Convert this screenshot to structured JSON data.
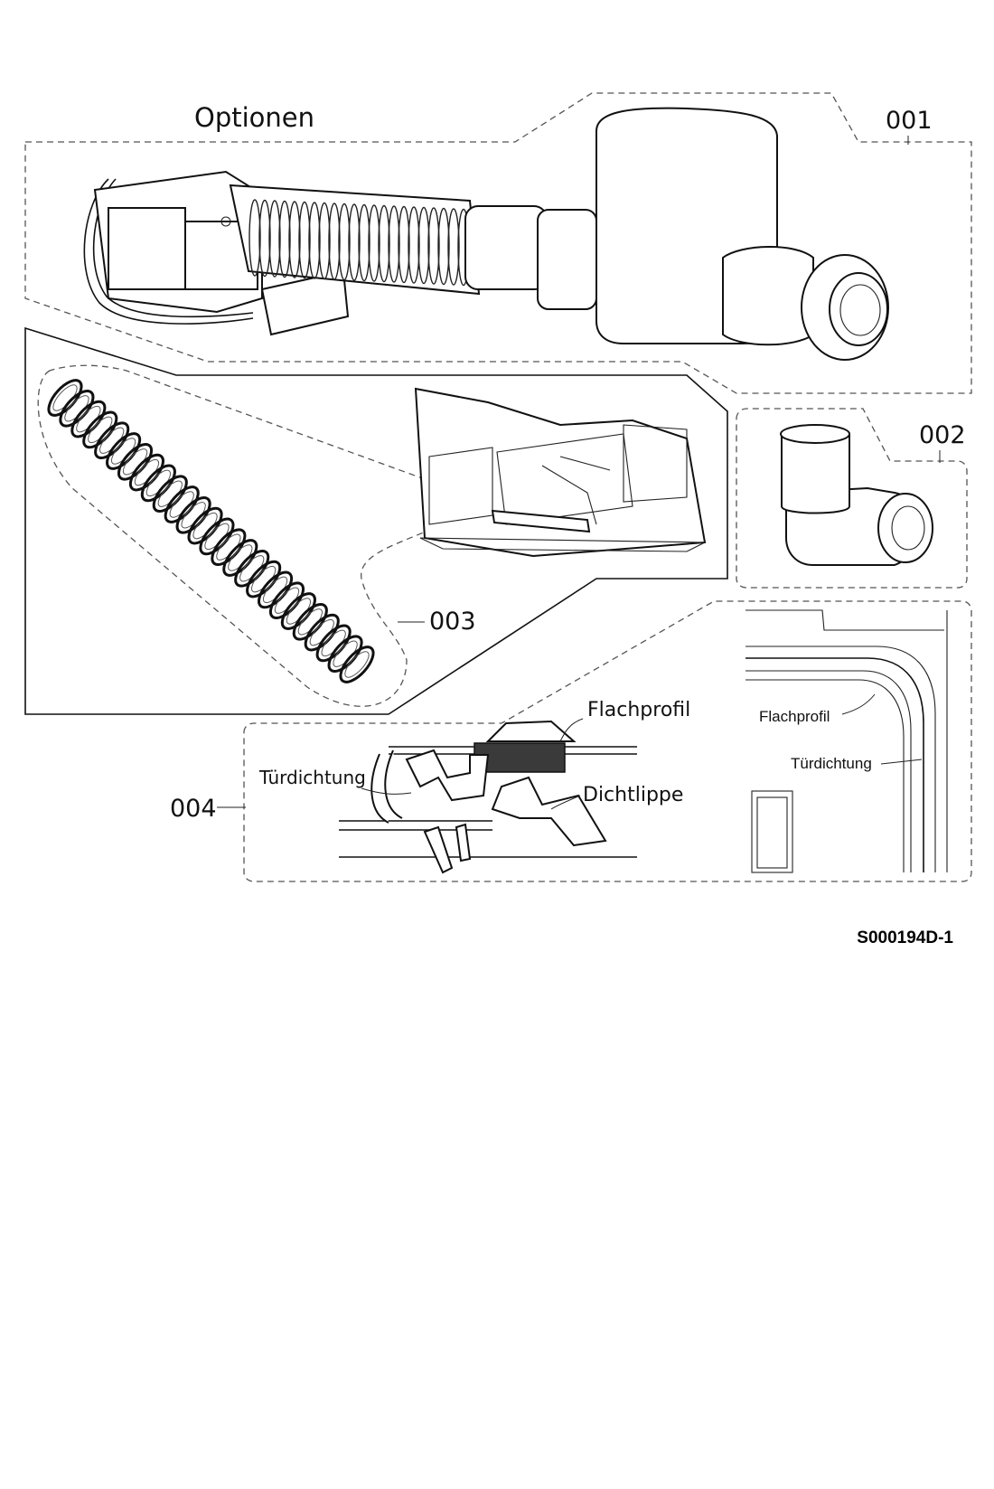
{
  "diagram": {
    "title": "Optionen",
    "reference_code": "S000194D-1",
    "parts": [
      {
        "id": "001"
      },
      {
        "id": "002"
      },
      {
        "id": "003"
      },
      {
        "id": "004"
      }
    ],
    "detail_labels": {
      "section_flachprofil": "Flachprofil",
      "section_turdichtung": "Türdichtung",
      "section_dichtlippe": "Dichtlippe",
      "corner_flachprofil": "Flachprofil",
      "corner_turdichtung": "Türdichtung"
    },
    "icons": [
      "drain-hose-icon",
      "elbow-connector-icon",
      "spring-icon",
      "door-hinge-icon",
      "door-seal-profile-icon",
      "door-corner-icon"
    ]
  }
}
